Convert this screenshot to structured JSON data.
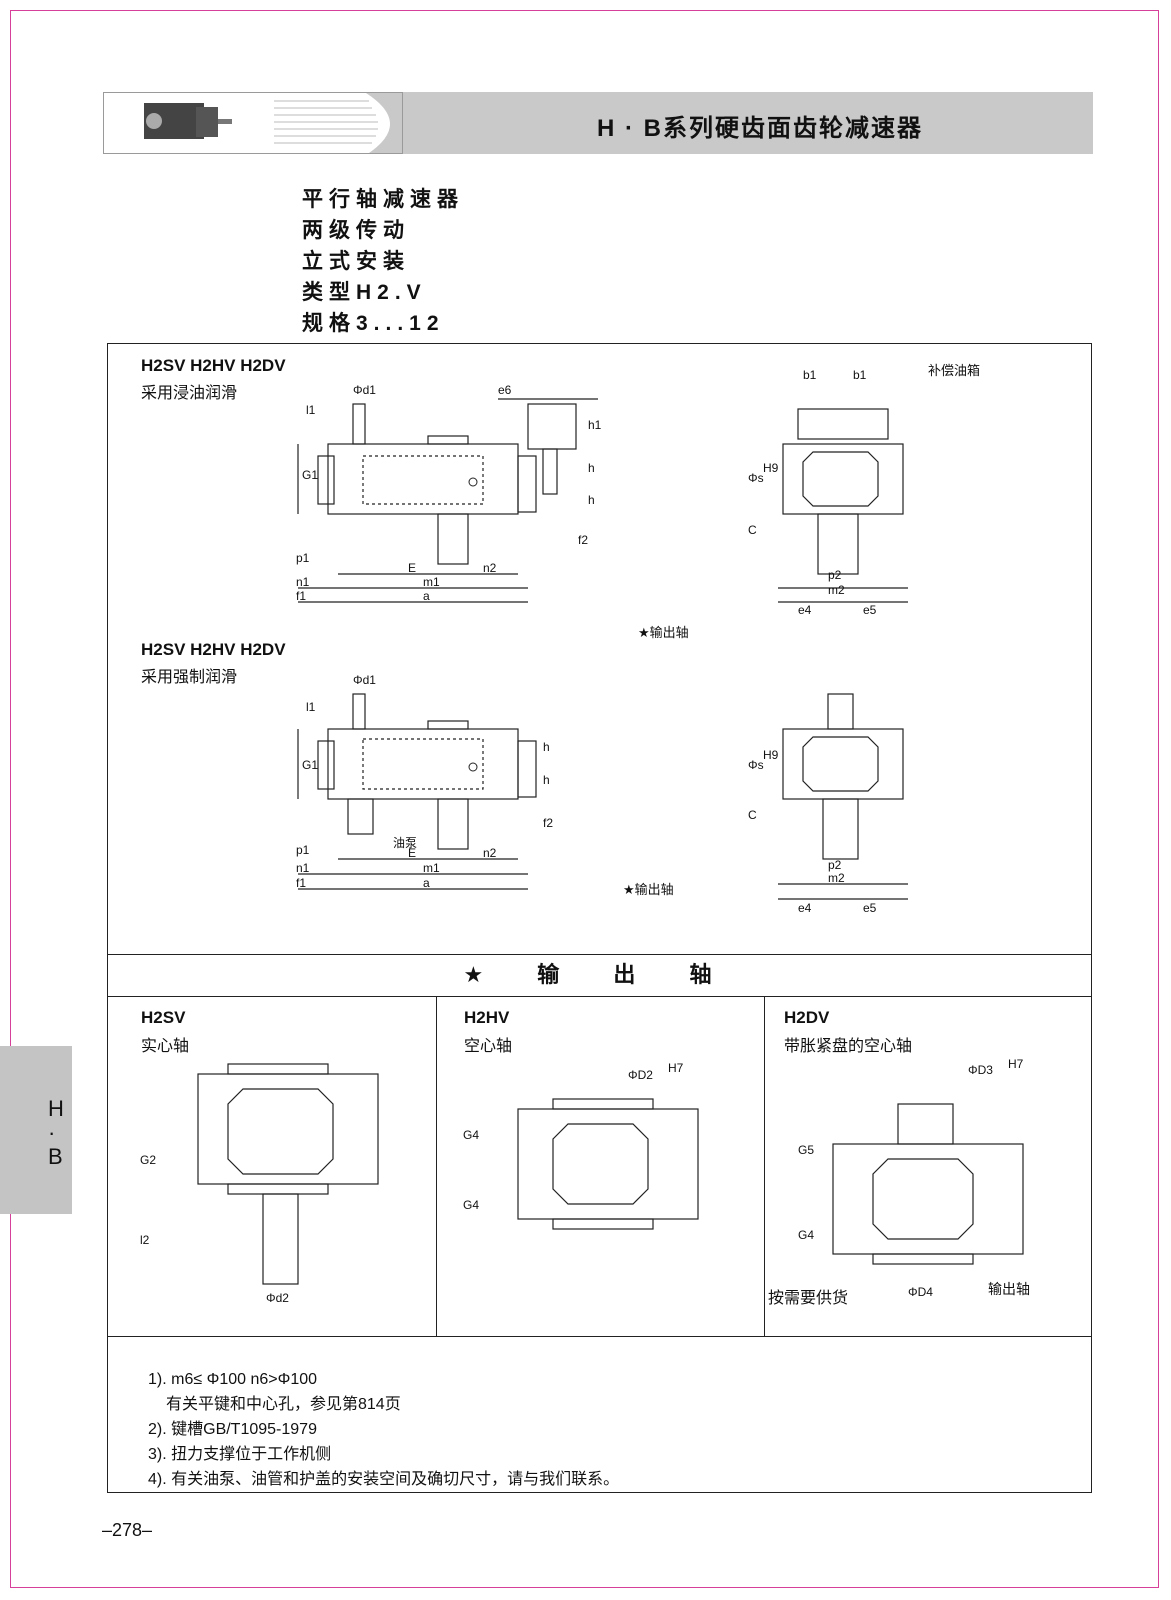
{
  "header": {
    "title": "H · B系列硬齿面齿轮减速器"
  },
  "specs": [
    "平行轴减速器",
    "两级传动",
    "立式安装",
    "类型H2.V",
    "规格3...12"
  ],
  "diagram1": {
    "models": "H2SV H2HV H2DV",
    "lubrication": "采用浸油润滑",
    "comp_tank": "补偿油箱",
    "output_shaft": "★输出轴"
  },
  "diagram2": {
    "models": "H2SV H2HV H2DV",
    "lubrication": "采用强制润滑",
    "oil_pump": "油泵",
    "output_shaft": "★输出轴"
  },
  "dims": {
    "d1": "Φd1",
    "l1": "l1",
    "G1": "G1",
    "e6": "e6",
    "h1": "h1",
    "h": "h",
    "f2": "f2",
    "p1": "p1",
    "n1": "n1",
    "f1": "f1",
    "E": "E",
    "n2": "n2",
    "m1": "m1",
    "a": "a",
    "b1": "b1",
    "s": "Φs",
    "H9": "H9",
    "C": "C",
    "p2": "p2",
    "m2": "m2",
    "e4": "e4",
    "e5": "e5",
    "G2": "G2",
    "l2": "l2",
    "d2": "Φd2",
    "D2": "ΦD2",
    "H7": "H7",
    "G4": "G4",
    "D3": "ΦD3",
    "G5": "G5",
    "D4": "ΦD4",
    "n3": "3)",
    "n4": "4)",
    "n1f": "1)",
    "n2f": "2)"
  },
  "section": {
    "title": "★ 输 出 轴"
  },
  "shafts": [
    {
      "model": "H2SV",
      "type": "实心轴"
    },
    {
      "model": "H2HV",
      "type": "空心轴"
    },
    {
      "model": "H2DV",
      "type": "带胀紧盘的空心轴",
      "supply": "按需要供货",
      "output": "输出轴"
    }
  ],
  "notes": [
    "1). m6≤ Φ100  n6>Φ100",
    "   有关平键和中心孔，参见第814页",
    "2). 键槽GB/T1095-1979",
    "3). 扭力支撑位于工作机侧",
    "4). 有关油泵、油管和护盖的安装空间及确切尺寸，请与我们联系。"
  ],
  "sidetab": {
    "top": "H",
    "dot": "·",
    "bottom": "B"
  },
  "page_number": "–278–"
}
